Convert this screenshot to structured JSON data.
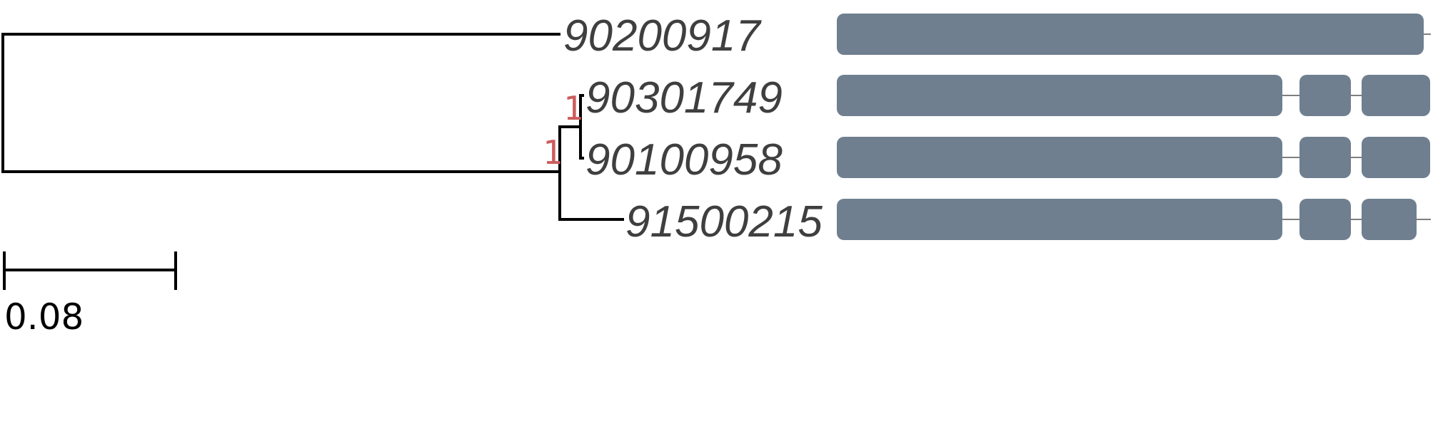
{
  "tree": {
    "leaves": [
      {
        "id": "90200917"
      },
      {
        "id": "90301749"
      },
      {
        "id": "90100958"
      },
      {
        "id": "91500215"
      }
    ],
    "support_values": [
      {
        "node": "90301749+90100958",
        "label": "1"
      },
      {
        "node": "90301749+90100958+91500215",
        "label": "1"
      }
    ],
    "scale_bar": {
      "value": 0.08,
      "label": "0.08"
    }
  },
  "gene_structures": {
    "colors": {
      "exon": "#6f7f8f",
      "intron": "#555555",
      "support": "#cd5c5c"
    },
    "tracks": [
      {
        "leaf": "90200917",
        "exons": 1
      },
      {
        "leaf": "90301749",
        "exons": 3
      },
      {
        "leaf": "90100958",
        "exons": 3
      },
      {
        "leaf": "91500215",
        "exons": 3
      }
    ]
  }
}
